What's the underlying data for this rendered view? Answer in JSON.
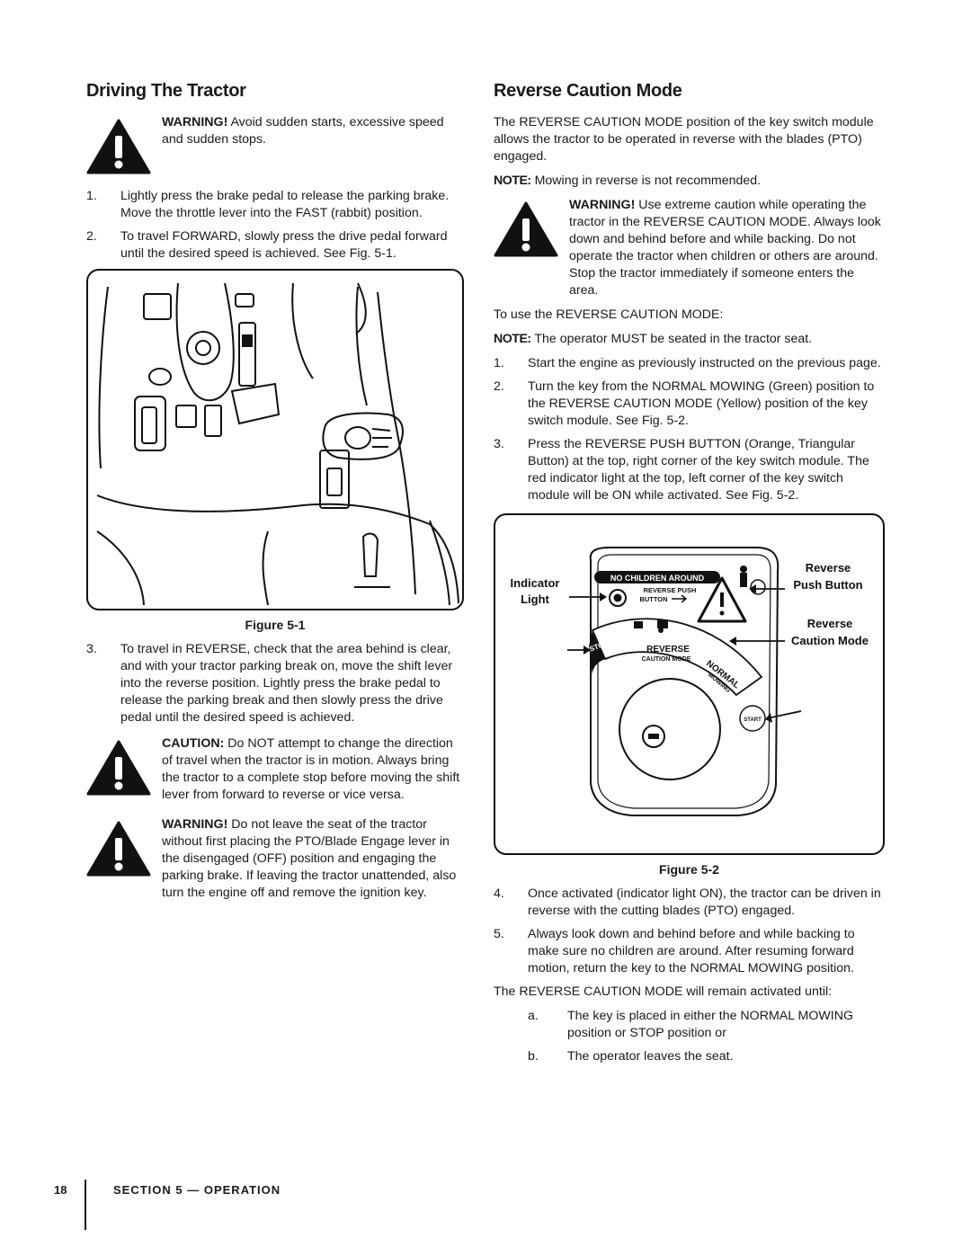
{
  "left": {
    "heading": "Driving The Tractor",
    "warning1": {
      "label": "WARNING!",
      "text": " Avoid sudden starts, excessive speed and sudden stops."
    },
    "steps": [
      {
        "num": "1.",
        "text": "Lightly press the brake pedal to release the parking brake. Move the throttle lever into the FAST (rabbit) position."
      },
      {
        "num": "2.",
        "text": "To travel FORWARD, slowly press the drive pedal forward until the desired speed is achieved. See Fig. 5-1."
      }
    ],
    "figure_caption": "Figure 5-1",
    "step3": {
      "num": "3.",
      "text": "To travel in REVERSE, check that the area behind is clear, and with your tractor parking break on, move the shift lever into the reverse position. Lightly press the brake pedal to release the parking break and then slowly press the drive pedal until the desired speed is achieved."
    },
    "caution": {
      "label": "CAUTION:",
      "text": " Do NOT attempt to change the direction of travel when the tractor is in motion. Always bring the tractor to a complete stop before moving the shift lever from forward to reverse or vice versa."
    },
    "warning2": {
      "label": "WARNING!",
      "text": " Do not leave the seat of the tractor without first placing the PTO/Blade Engage lever in the disengaged (OFF) position and engaging the parking brake. If leaving the tractor unattended, also turn the engine off and remove the ignition key."
    }
  },
  "right": {
    "heading": "Reverse Caution Mode",
    "intro": "The REVERSE CAUTION MODE position of the key switch module allows the tractor to be operated in reverse with the blades (PTO) engaged.",
    "note1": {
      "label": "NOTE:",
      "text": " Mowing in reverse is not recommended."
    },
    "warning": {
      "label": "WARNING!",
      "text": " Use extreme caution while operating the tractor in the REVERSE CAUTION MODE. Always look down and behind before and while backing. Do not operate the tractor when children or others are around. Stop the tractor immediately if someone enters the area."
    },
    "use_intro": "To use the REVERSE CAUTION MODE:",
    "note2": {
      "label": "NOTE:",
      "text": " The operator MUST be seated in the tractor seat."
    },
    "steps": [
      {
        "num": "1.",
        "text": "Start the engine as previously instructed on the previous page."
      },
      {
        "num": "2.",
        "text": "Turn the key from the NORMAL MOWING (Green) position to the REVERSE CAUTION MODE (Yellow) position of the key switch module. See Fig. 5-2."
      },
      {
        "num": "3.",
        "text": "Press the REVERSE PUSH BUTTON (Orange, Triangular Button) at the top, right corner of the key switch module. The red indicator light at the top, left corner of the key switch module will be ON while activated. See Fig. 5-2."
      }
    ],
    "figure2": {
      "indicator_light": [
        "Indicator",
        "Light"
      ],
      "reverse_push_button": [
        "Reverse",
        "Push Button"
      ],
      "reverse_caution_mode": [
        "Reverse",
        "Caution Mode"
      ],
      "panel_top": "NO CHILDREN AROUND",
      "panel_rpb": [
        "REVERSE PUSH",
        "BUTTON"
      ],
      "panel_reverse": "REVERSE",
      "panel_caution": "CAUTION MODE",
      "panel_stop": "STOP",
      "panel_normal": "NORMAL",
      "panel_mowing": "MOWING",
      "panel_start": "START"
    },
    "figure_caption": "Figure 5-2",
    "steps_after": [
      {
        "num": "4.",
        "text": "Once activated (indicator light ON), the tractor can be driven in reverse with the cutting blades (PTO) engaged."
      },
      {
        "num": "5.",
        "text": "Always look down and behind before and while backing to make sure no children are around. After resuming forward motion, return the key to the NORMAL MOWING position."
      }
    ],
    "remain": "The REVERSE CAUTION MODE will remain activated until:",
    "conditions": [
      {
        "num": "a.",
        "text": "The key is placed in either the NORMAL MOWING position or STOP position or"
      },
      {
        "num": "b.",
        "text": "The operator leaves the seat."
      }
    ]
  },
  "footer": {
    "page": "18",
    "section": "SECTION 5 — OPERATION"
  }
}
